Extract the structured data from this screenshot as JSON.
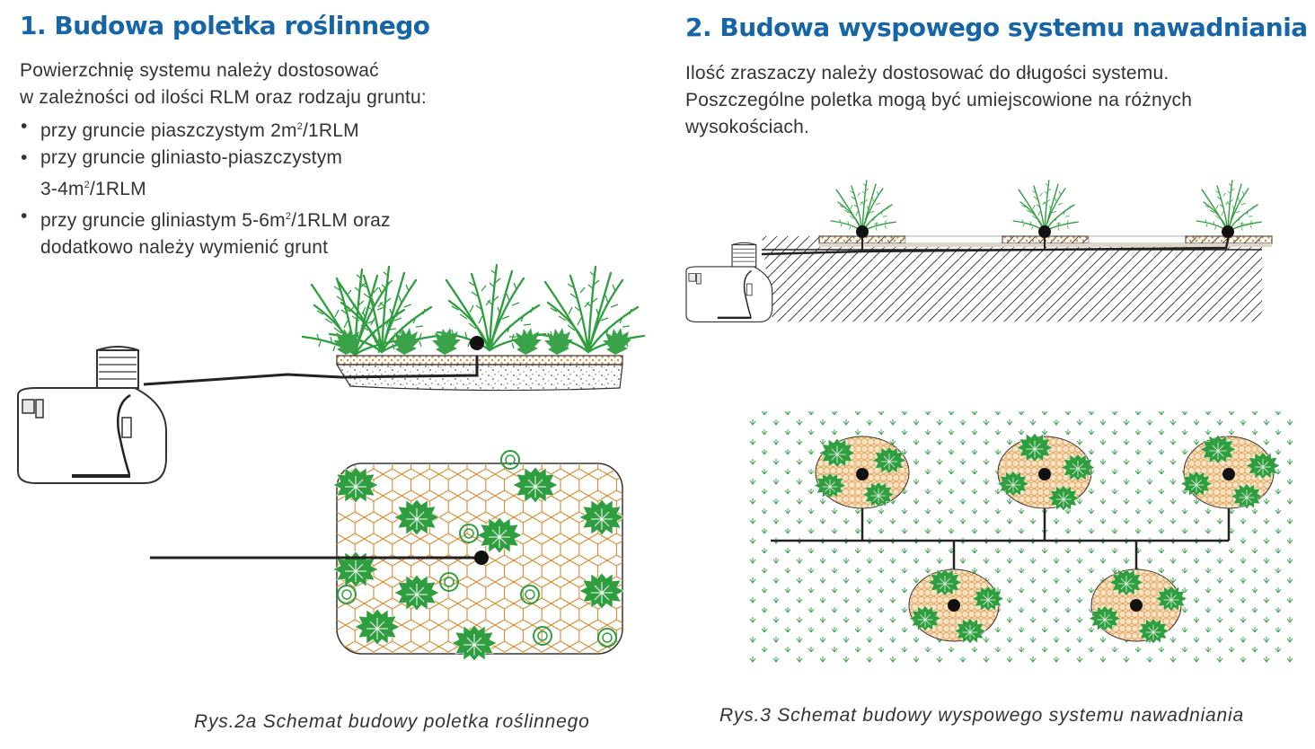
{
  "section1": {
    "title": "1. Budowa poletka roślinnego",
    "intro_line1": "Powierzchnię systemu należy dostosować",
    "intro_line2": "w zależności od ilości RLM oraz rodzaju gruntu:",
    "bullets": [
      {
        "pre": "przy gruncie piaszczystym 2m",
        "sup": "2",
        "post": "/1RLM",
        "pre2": "",
        "sup2": "",
        "post2": ""
      },
      {
        "pre": "przy gruncie gliniasto-piaszczystym",
        "sup": "",
        "post": "",
        "pre2": "3-4m",
        "sup2": "2",
        "post2": "/1RLM"
      },
      {
        "pre": "przy gruncie gliniastym 5-6m",
        "sup": "2",
        "post": "/1RLM oraz",
        "pre2": "dodatkowo należy wymienić grunt",
        "sup2": "",
        "post2": ""
      }
    ],
    "caption": "Rys.2a Schemat budowy poletka roślinnego"
  },
  "section2": {
    "title": "2. Budowa wyspowego systemu nawadniania",
    "intro_line1": "Ilość zraszaczy należy dostosować do długości systemu.",
    "intro_line2": "Poszczególne poletka mogą być umiejscowione na różnych",
    "intro_line3": "wysokościach.",
    "caption": "Rys.3 Schemat budowy wyspowego systemu nawadniania"
  },
  "colors": {
    "title_blue": "#1565a8",
    "plant_green": "#2e9e3e",
    "gravel_orange": "#d8892e",
    "bed_fill": "#fbe2c2",
    "pipe_black": "#222222"
  },
  "icons": [
    "septic-tank-icon",
    "sprinkler-icon",
    "plant-icon",
    "grass-tuft-icon"
  ]
}
